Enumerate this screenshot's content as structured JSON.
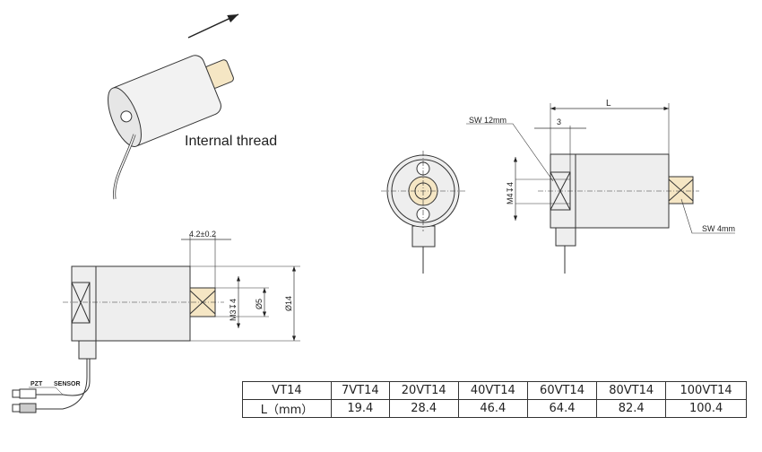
{
  "iso_view": {
    "label": "Internal thread"
  },
  "side_view": {
    "sw_flange": "SW 12mm",
    "length_dim": "L",
    "flange_dim": "3",
    "thread_dim": "M4↧4",
    "sw_tip": "SW 4mm"
  },
  "bottom_view": {
    "tip_len": "4.2±0.2",
    "thread_dim": "M3↧4",
    "tip_dia": "Ø5",
    "body_dia": "Ø14",
    "pzt_label": "PZT",
    "sensor_label": "SENSOR"
  },
  "colors": {
    "body": "#eeeeee",
    "brass": "#f5e6c4",
    "line": "#333333"
  },
  "table": {
    "header": [
      "VT14",
      "7VT14",
      "20VT14",
      "40VT14",
      "60VT14",
      "80VT14",
      "100VT14"
    ],
    "row": [
      "L（mm）",
      "19.4",
      "28.4",
      "46.4",
      "64.4",
      "82.4",
      "100.4"
    ]
  }
}
